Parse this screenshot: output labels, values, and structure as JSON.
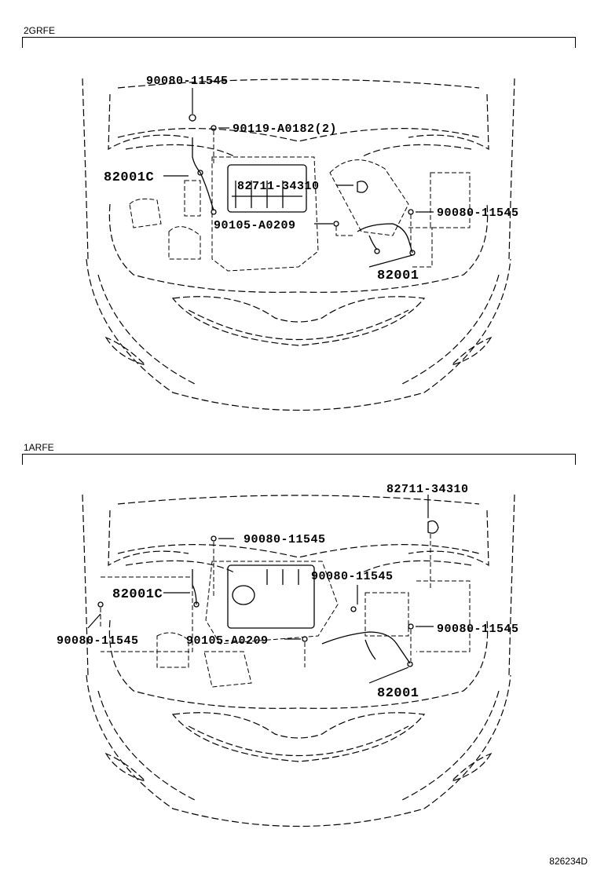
{
  "sections": [
    {
      "tag": "2GRFE",
      "callouts": {
        "c1": "90080-11545",
        "c2": "90119-A0182(2)",
        "c3": "82001C",
        "c4": "82711-34310",
        "c5": "90080-11545",
        "c6": "90105-A0209",
        "c7": "82001"
      }
    },
    {
      "tag": "1ARFE",
      "callouts": {
        "c1": "82711-34310",
        "c2": "90080-11545",
        "c3": "90080-11545",
        "c4": "82001C",
        "c5": "90080-11545",
        "c6": "90080-11545",
        "c7": "90105-A0209",
        "c8": "82001"
      }
    }
  ],
  "figure_code": "826234D"
}
